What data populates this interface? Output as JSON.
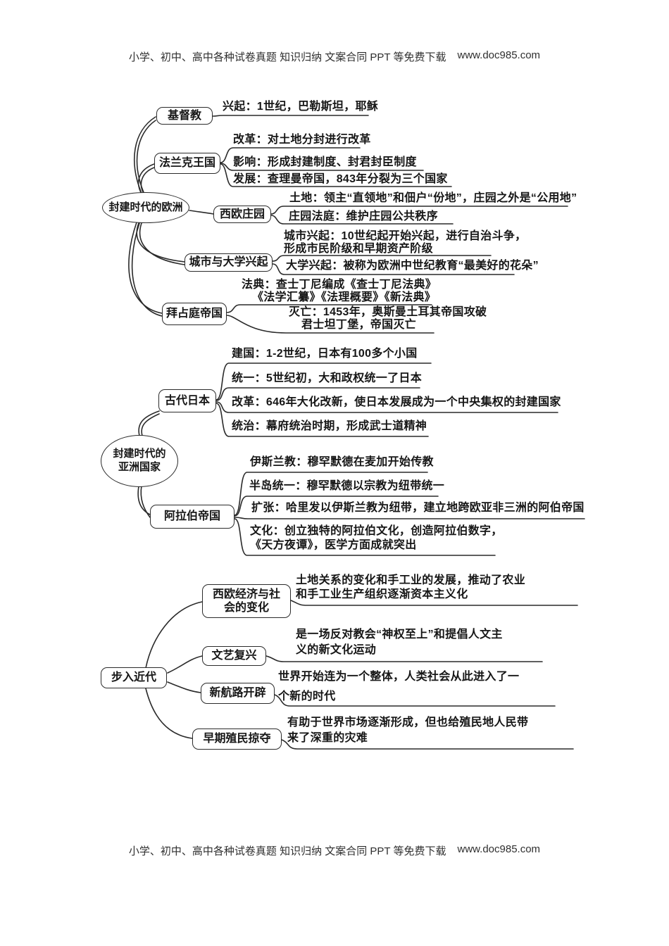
{
  "colors": {
    "ink": "#2a2a2a",
    "background": "#ffffff"
  },
  "header": {
    "text": "小学、初中、高中各种试卷真题 知识归纳 文案合同 PPT 等免费下载",
    "site": "www.doc985.com"
  },
  "footer": {
    "text": "小学、初中、高中各种试卷真题 知识归纳 文案合同 PPT 等免费下载",
    "site": "www.doc985.com"
  },
  "mindmap": {
    "europe": {
      "root": "封建时代的欧洲",
      "christianity": {
        "label": "基督教",
        "rise": "兴起：1世纪，巴勒斯坦，耶稣"
      },
      "frankish": {
        "label": "法兰克王国",
        "reform": "改革：对土地分封进行改革",
        "impact": "影响：形成封建制度、封君封臣制度",
        "development": "发展：查理曼帝国，843年分裂为三个国家"
      },
      "manor": {
        "label": "西欧庄园",
        "land": "土地：领主“直领地”和佃户“份地”，庄园之外是“公用地”",
        "court": "庄园法庭：维护庄园公共秩序"
      },
      "cities": {
        "label": "城市与大学兴起",
        "city_rise_1": "城市兴起：10世纪起开始兴起，进行自治斗争，",
        "city_rise_2": "形成市民阶级和早期资产阶级",
        "university": "大学兴起：被称为欧洲中世纪教育“最美好的花朵”"
      },
      "byzantine": {
        "label": "拜占庭帝国",
        "code_1": "法典：查士丁尼编成《查士丁尼法典》",
        "code_2": "《法学汇纂》《法理概要》《新法典》",
        "fall_1": "灭亡：1453年，奥斯曼土耳其帝国攻破",
        "fall_2": "君士坦丁堡，帝国灭亡"
      }
    },
    "asia": {
      "root_line_1": "封建时代的",
      "root_line_2": "亚洲国家",
      "japan": {
        "label": "古代日本",
        "founding": "建国：1-2世纪，日本有100多个小国",
        "unification": "统一：5世纪初，大和政权统一了日本",
        "reform": "改革：646年大化改新，使日本发展成为一个中央集权的封建国家",
        "rule": "统治：幕府统治时期，形成武士道精神"
      },
      "arab": {
        "label": "阿拉伯帝国",
        "islam": "伊斯兰教：穆罕默德在麦加开始传教",
        "peninsula": "半岛统一：穆罕默德以宗教为纽带统一",
        "expansion": "扩张：哈里发以伊斯兰教为纽带，建立地跨欧亚非三洲的阿伯帝国",
        "culture_1": "文化：创立独特的阿拉伯文化，创造阿拉伯数字，",
        "culture_2": "《天方夜谭》，医学方面成就突出"
      }
    },
    "modern": {
      "root": "步入近代",
      "economy": {
        "label_1": "西欧经济与社",
        "label_2": "会的变化",
        "text_1": "土地关系的变化和手工业的发展，推动了农业",
        "text_2": "和手工业生产组织逐渐资本主义化"
      },
      "renaissance": {
        "label": "文艺复兴",
        "text_1": "是一场反对教会“神权至上”和提倡人文主",
        "text_2": "义的新文化运动"
      },
      "navigation": {
        "label": "新航路开辟",
        "text_1": "世界开始连为一个整体，人类社会从此进入了一",
        "text_2": "个新的时代"
      },
      "colonial": {
        "label": "早期殖民掠夺",
        "text_1": "有助于世界市场逐渐形成，但也给殖民地人民带",
        "text_2": "来了深重的灾难"
      }
    }
  }
}
